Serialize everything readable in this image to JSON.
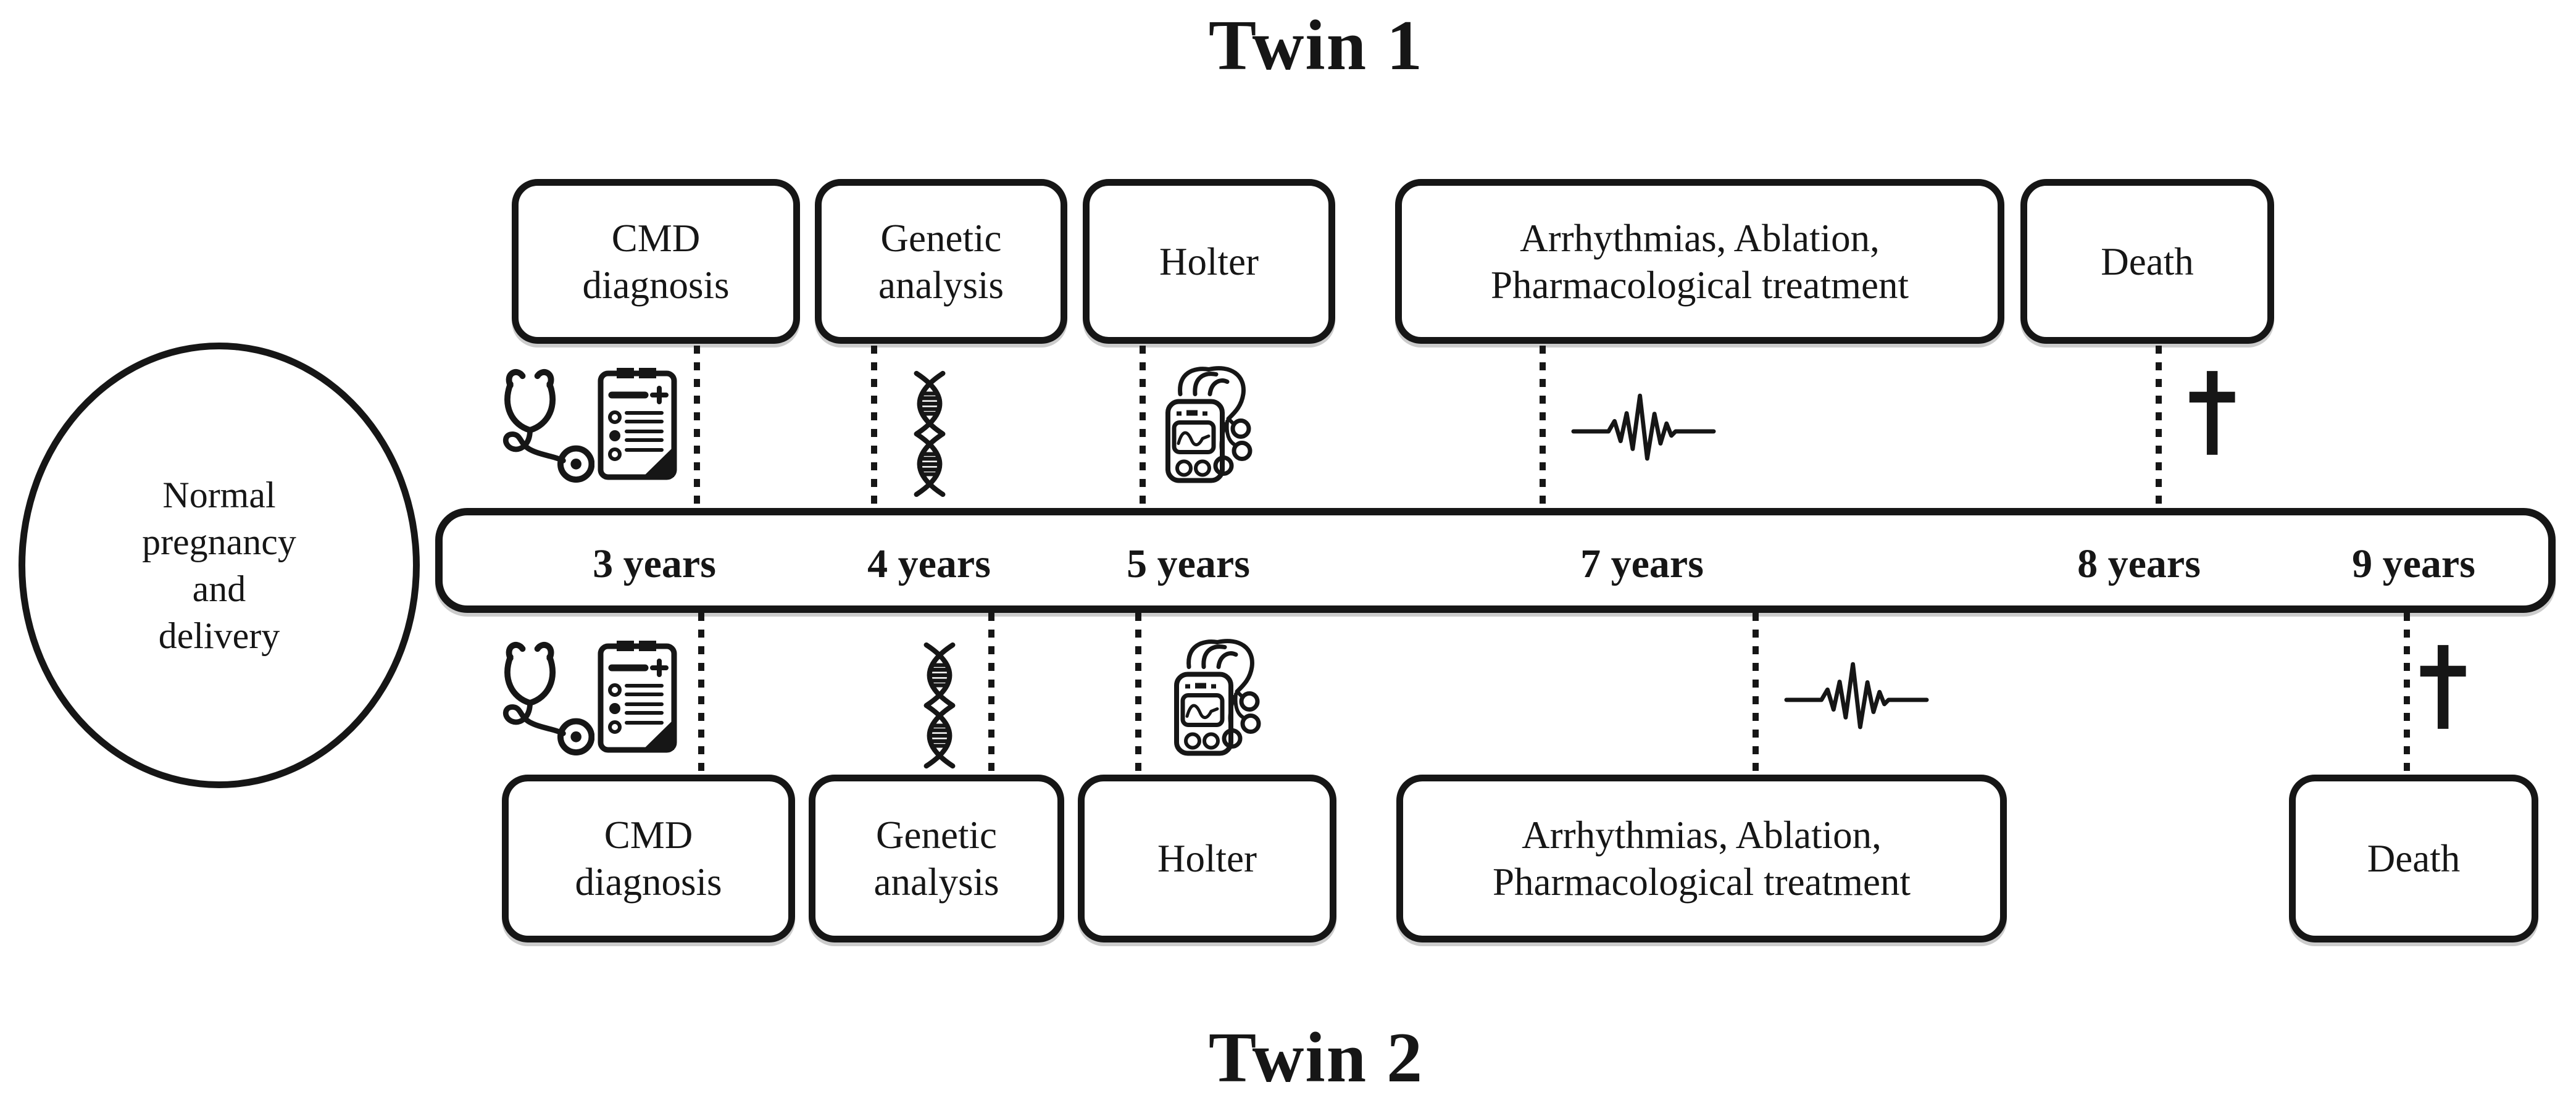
{
  "figure": {
    "background": "#ffffff",
    "ink": "#161616",
    "connector_style": "dotted"
  },
  "titles": {
    "top": "Twin 1",
    "bottom": "Twin 2"
  },
  "origin": {
    "label": "Normal pregnancy and delivery",
    "lines": [
      "Normal",
      "pregnancy",
      "and",
      "delivery"
    ]
  },
  "timeline": {
    "years": [
      {
        "label": "3 years"
      },
      {
        "label": "4 years"
      },
      {
        "label": "5 years"
      },
      {
        "label": "7 years"
      },
      {
        "label": "8 years"
      },
      {
        "label": "9 years"
      }
    ]
  },
  "twin1": {
    "events": [
      {
        "label": "CMD diagnosis",
        "year": "3 years",
        "icons": [
          "stethoscope",
          "medical-report"
        ]
      },
      {
        "label": "Genetic analysis",
        "year": "4 years",
        "icons": [
          "dna"
        ]
      },
      {
        "label": "Holter",
        "year": "5 years",
        "icons": [
          "holter-monitor"
        ]
      },
      {
        "label": "Arrhythmias, Ablation, Pharmacological treatment",
        "year": "7 years",
        "icons": [
          "ecg-waveform"
        ]
      },
      {
        "label": "Death",
        "year": "8 years",
        "icons": [
          "latin-cross"
        ]
      }
    ]
  },
  "twin2": {
    "events": [
      {
        "label": "CMD diagnosis",
        "year": "3 years",
        "icons": [
          "stethoscope",
          "medical-report"
        ]
      },
      {
        "label": "Genetic analysis",
        "year": "4 years",
        "icons": [
          "dna"
        ]
      },
      {
        "label": "Holter",
        "year": "5 years",
        "icons": [
          "holter-monitor"
        ]
      },
      {
        "label": "Arrhythmias, Ablation, Pharmacological treatment",
        "year": "7 years",
        "icons": [
          "ecg-waveform"
        ]
      },
      {
        "label": "Death",
        "year": "9 years",
        "icons": [
          "latin-cross"
        ]
      }
    ]
  }
}
